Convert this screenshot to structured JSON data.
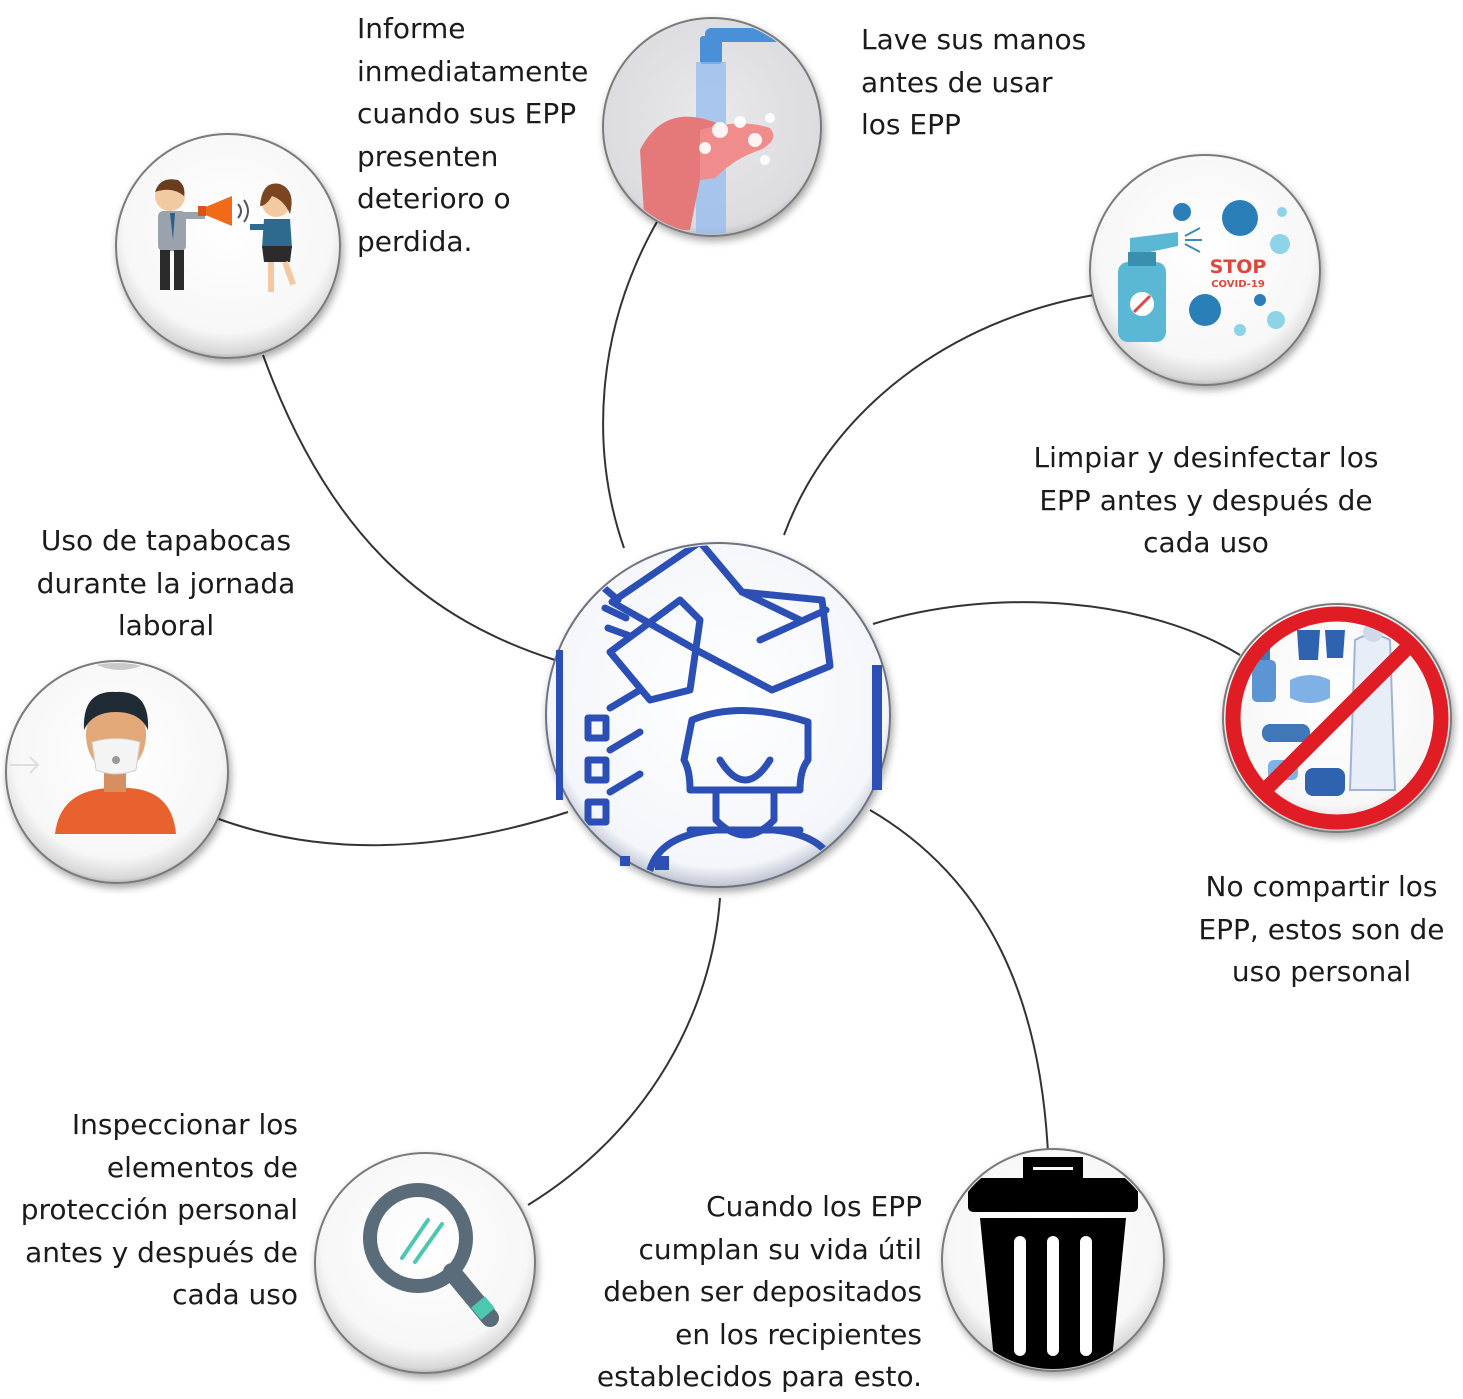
{
  "hub": {
    "icon": "gloves-mask-checklist-icon"
  },
  "nodes": [
    {
      "id": "report",
      "icon": "megaphone-people-icon",
      "lines": [
        "Informe",
        "inmediatamente",
        "cuando sus EPP",
        "presenten",
        "deterioro o",
        "perdida."
      ]
    },
    {
      "id": "wash",
      "icon": "hand-washing-icon",
      "lines": [
        "Lave sus manos",
        "antes de usar",
        "los EPP"
      ]
    },
    {
      "id": "disinfect",
      "icon": "disinfectant-spray-icon",
      "badge": [
        "STOP",
        "COVID-19"
      ],
      "lines": [
        "Limpiar y desinfectar los",
        "EPP antes y después de",
        "cada uso"
      ]
    },
    {
      "id": "no-share",
      "icon": "no-sharing-ppe-icon",
      "lines": [
        "No compartir los",
        "EPP, estos son de",
        "uso personal"
      ]
    },
    {
      "id": "mask",
      "icon": "face-mask-person-icon",
      "lines": [
        "Uso de tapabocas",
        "durante la jornada",
        "laboral"
      ]
    },
    {
      "id": "inspect",
      "icon": "magnifier-icon",
      "lines": [
        "Inspeccionar los",
        "elementos de",
        "protección personal",
        "antes y después de",
        "cada uso"
      ]
    },
    {
      "id": "dispose",
      "icon": "trash-bin-icon",
      "lines": [
        "Cuando los EPP",
        "cumplan su vida útil",
        "deben ser depositados",
        "en los recipientes",
        "establecidos para esto."
      ]
    }
  ],
  "colors": {
    "hub_blue": "#2b4fb4",
    "connector": "#333333",
    "text": "#1b1b1b",
    "shirt": "#e8622f",
    "no_sign": "#e01d24",
    "magnifier": "#5a6b79",
    "teal": "#4cc7b0"
  }
}
